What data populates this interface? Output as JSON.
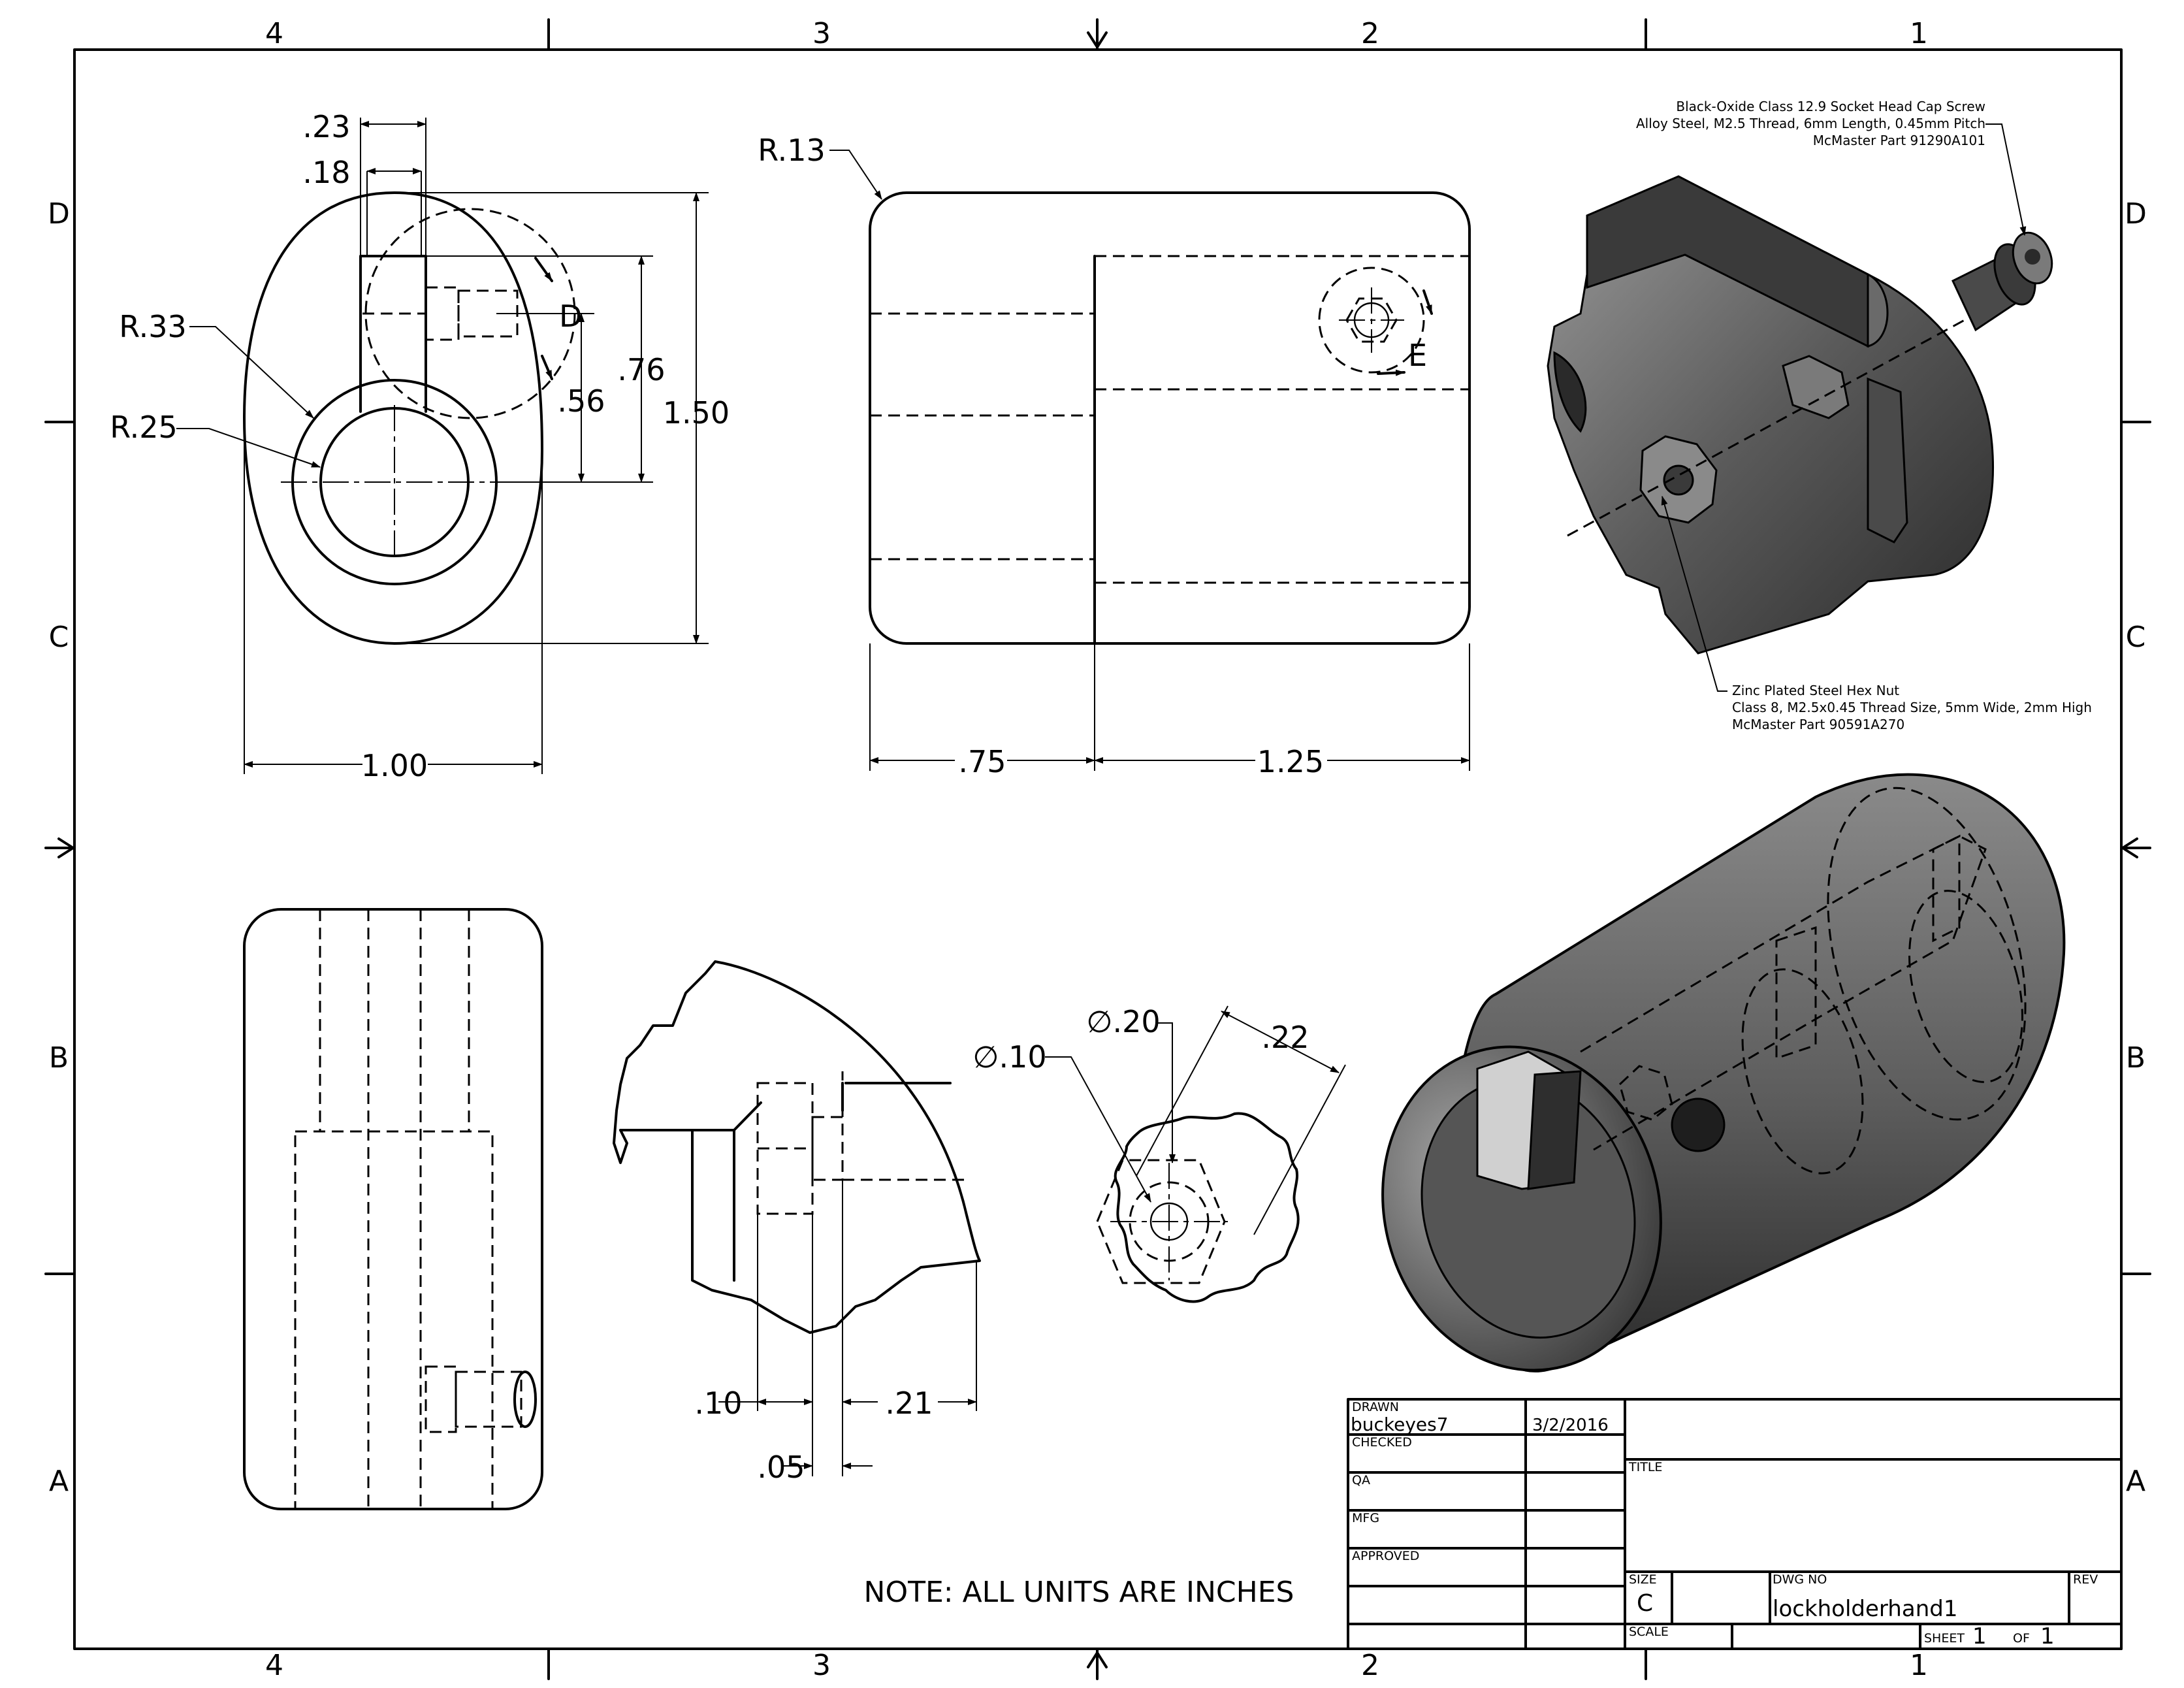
{
  "sheet": {
    "zones_top": [
      "4",
      "3",
      "2",
      "1"
    ],
    "zones_bottom": [
      "4",
      "3",
      "2",
      "1"
    ],
    "zones_left": [
      "D",
      "C",
      "B",
      "A"
    ],
    "zones_right": [
      "D",
      "C",
      "B",
      "A"
    ]
  },
  "front_view": {
    "dim_width_top_outer": ".23",
    "dim_width_top_inner": ".18",
    "radius_outer": "R.33",
    "radius_inner": "R.25",
    "dim_height_076": ".76",
    "dim_height_056": ".56",
    "dim_height_total": "1.50",
    "dim_width_total": "1.00",
    "detail_label": "D"
  },
  "side_view": {
    "radius_corner": "R.13",
    "dim_left": ".75",
    "dim_right": "1.25",
    "detail_label": "E"
  },
  "detail_d": {
    "dim_010": ".10",
    "dim_005": ".05",
    "dim_021": ".21"
  },
  "detail_e": {
    "dia_inner": "∅.10",
    "dia_outer": "∅.20",
    "dim_across": ".22"
  },
  "callouts": {
    "screw": [
      "Black-Oxide Class 12.9 Socket Head Cap Screw",
      "Alloy Steel, M2.5 Thread, 6mm Length, 0.45mm Pitch",
      "McMaster Part 91290A101"
    ],
    "nut": [
      "Zinc Plated Steel Hex Nut",
      "Class 8, M2.5x0.45 Thread Size, 5mm Wide, 2mm High",
      "McMaster Part 90591A270"
    ]
  },
  "note": "NOTE: ALL UNITS ARE INCHES",
  "title_block": {
    "drawn_label": "DRAWN",
    "drawn_by": "buckeyes7",
    "drawn_date": "3/2/2016",
    "checked_label": "CHECKED",
    "qa_label": "QA",
    "mfg_label": "MFG",
    "approved_label": "APPROVED",
    "title_label": "TITLE",
    "size_label": "SIZE",
    "size_value": "C",
    "dwg_no_label": "DWG NO",
    "dwg_no_value": "lockholderhand1",
    "rev_label": "REV",
    "scale_label": "SCALE",
    "sheet_label": "SHEET",
    "sheet_value": "1",
    "of_label": "OF",
    "of_value": "1"
  }
}
